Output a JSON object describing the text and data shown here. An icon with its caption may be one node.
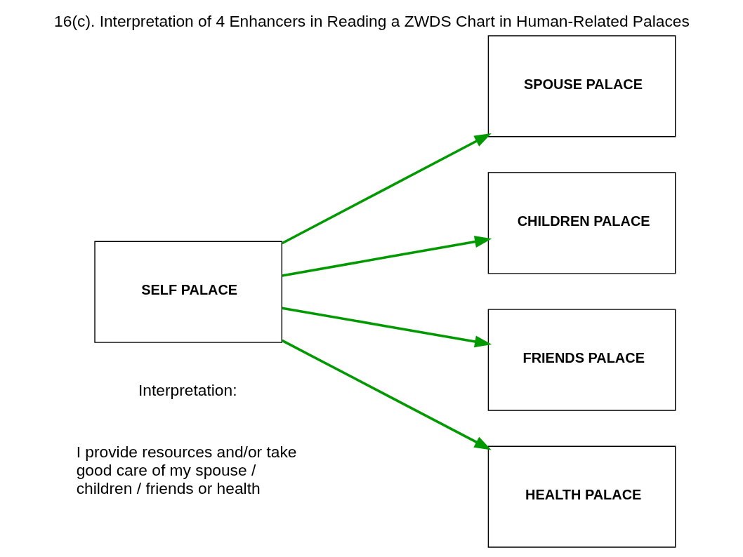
{
  "diagram": {
    "title": "16(c). Interpretation of 4 Enhancers in Reading a ZWDS Chart in Human-Related Palaces",
    "nodes": [
      {
        "text": [
          "SELF PALACE"
        ]
      },
      {
        "text": [
          "SPOUSE PALACE"
        ]
      },
      {
        "text": [
          "CHILDREN PALACE"
        ]
      },
      {
        "text": [
          "FRIENDS PALACE"
        ]
      },
      {
        "text": [
          "HEALTH PALACE"
        ]
      }
    ],
    "edges": [
      {
        "from": 0,
        "to": 1,
        "arrow": "to"
      },
      {
        "from": 0,
        "to": 2,
        "arrow": "to"
      },
      {
        "from": 0,
        "to": 3,
        "arrow": "to"
      },
      {
        "from": 0,
        "to": 4,
        "arrow": "to"
      }
    ],
    "labels": [
      "Interpretation:",
      "I provide resources and/or take good care of my spouse / children / friends or health"
    ]
  }
}
